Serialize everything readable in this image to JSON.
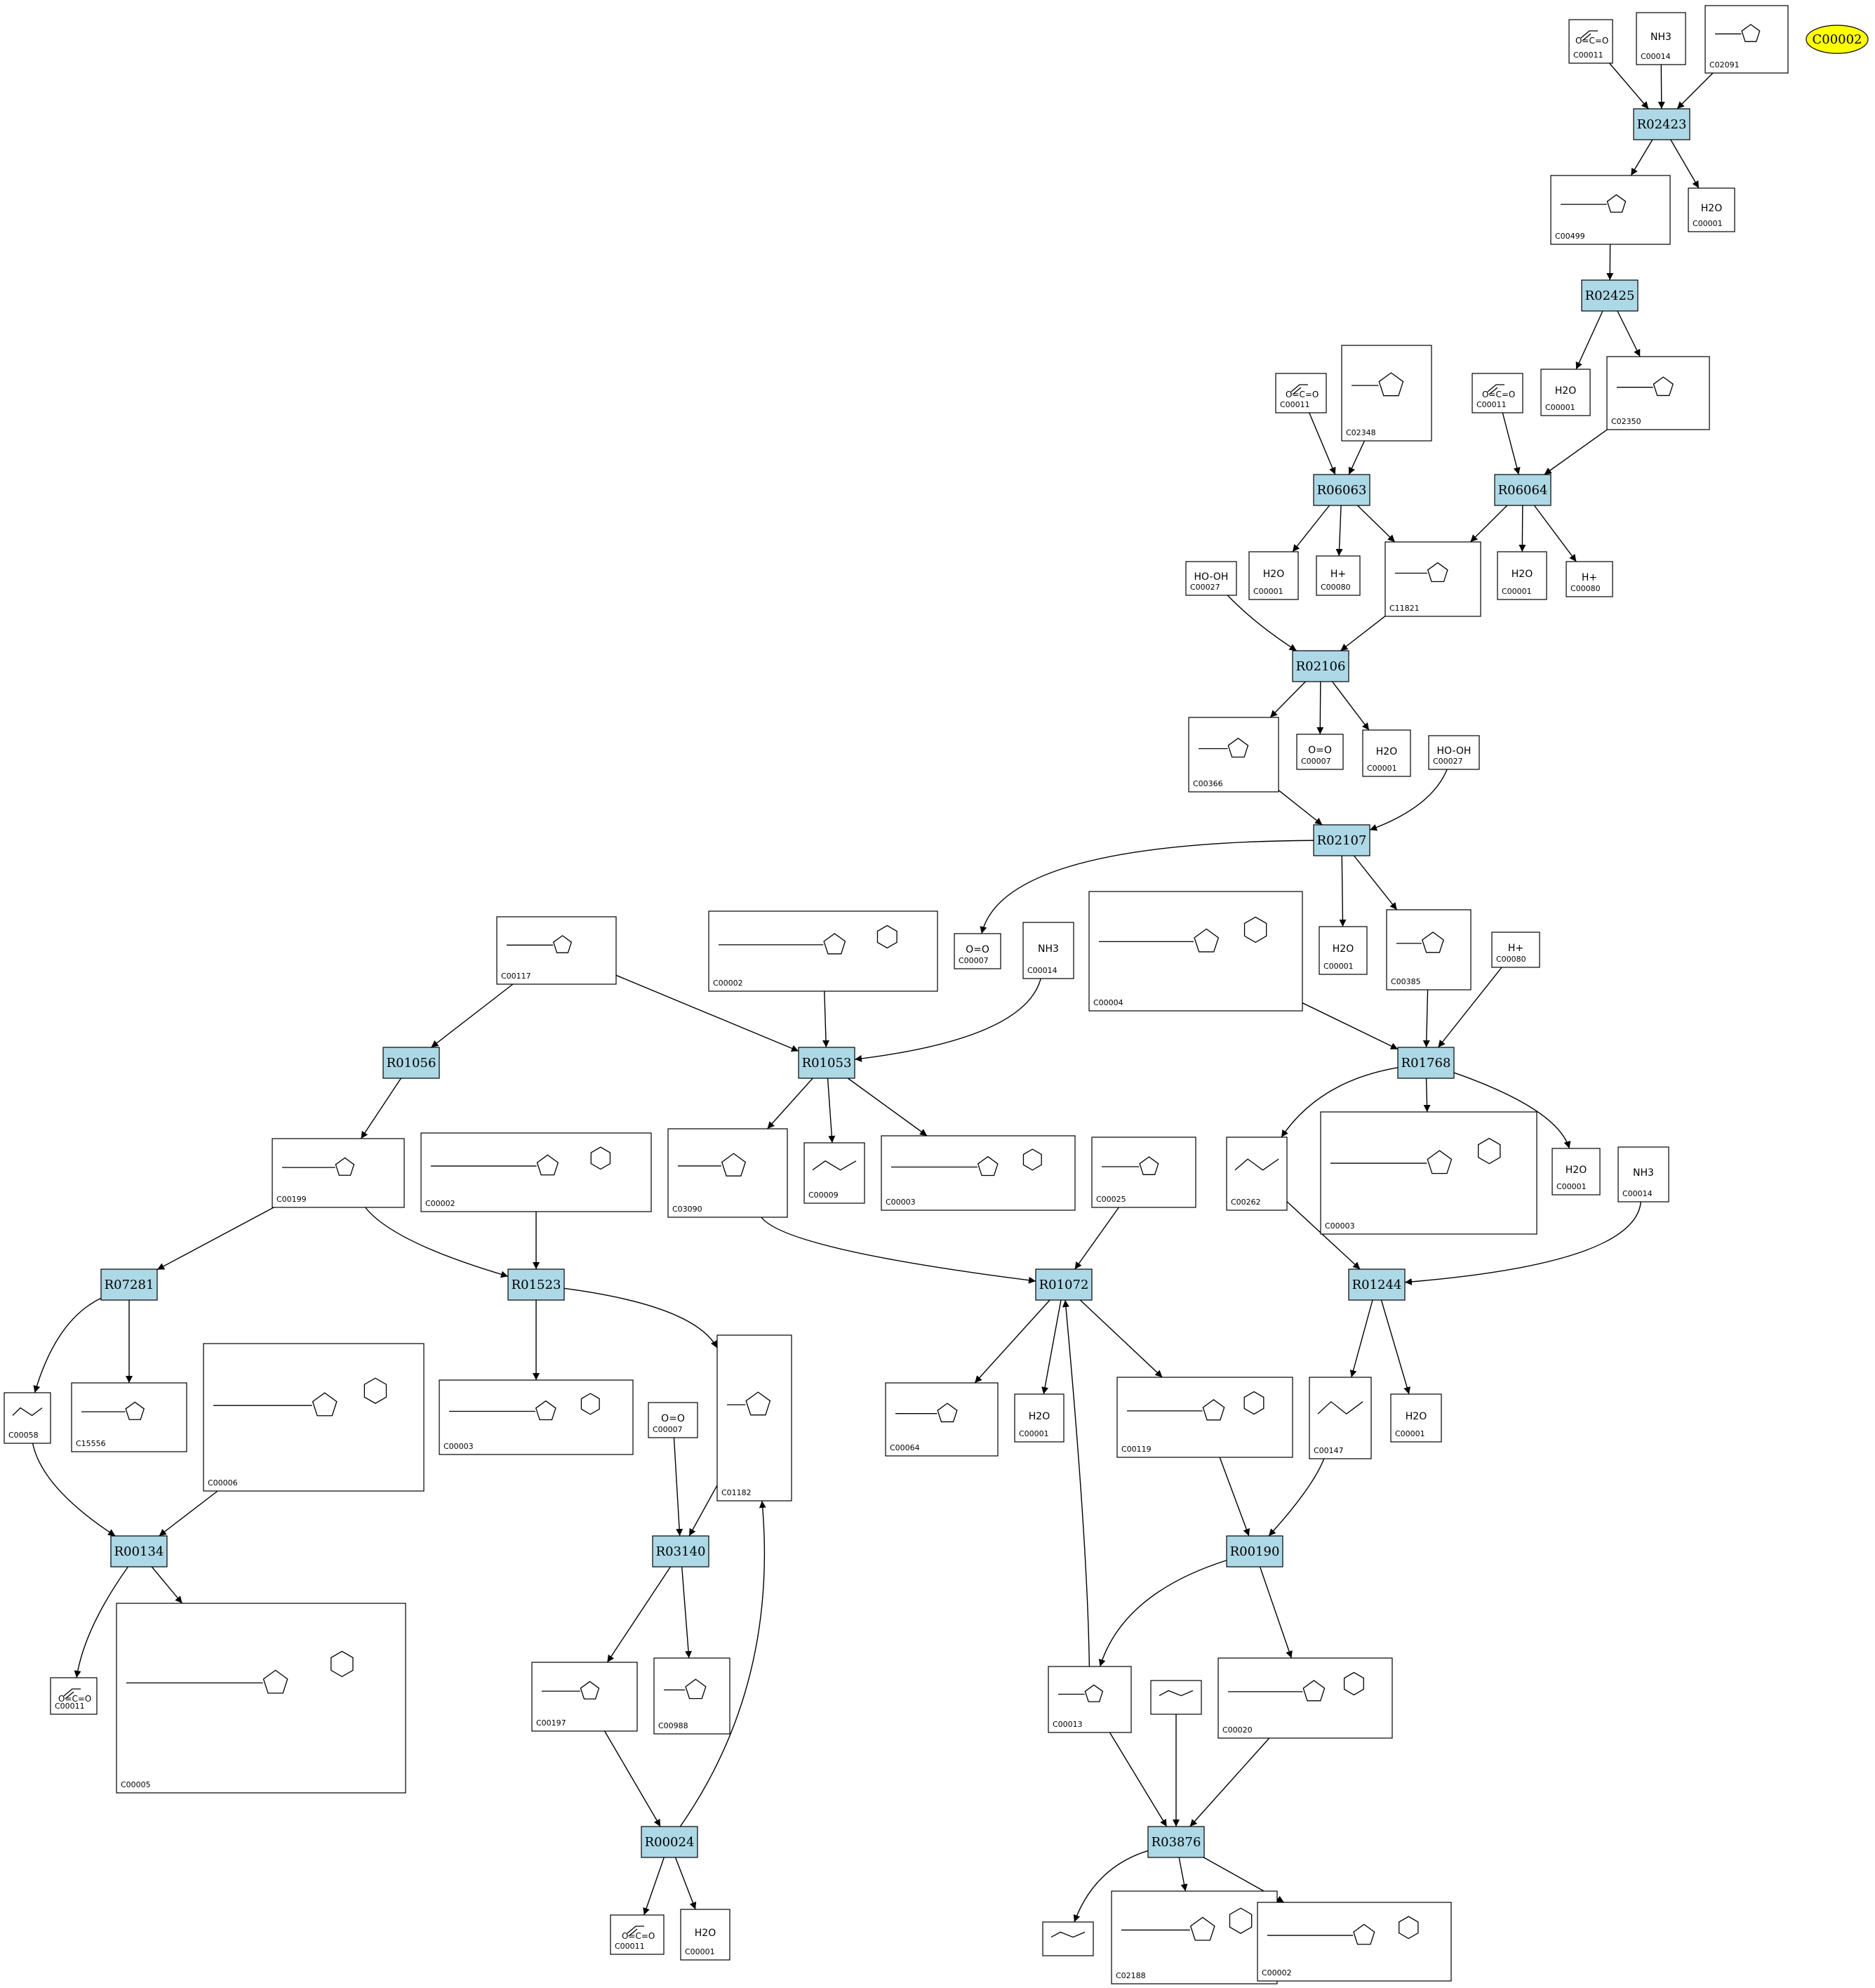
{
  "reactions": [
    {
      "id": "R02423",
      "label": "R02423"
    },
    {
      "id": "R02425",
      "label": "R02425"
    },
    {
      "id": "R06063",
      "label": "R06063"
    },
    {
      "id": "R06064",
      "label": "R06064"
    },
    {
      "id": "R02106",
      "label": "R02106"
    },
    {
      "id": "R02107",
      "label": "R02107"
    },
    {
      "id": "R01056",
      "label": "R01056"
    },
    {
      "id": "R01053",
      "label": "R01053"
    },
    {
      "id": "R01768",
      "label": "R01768"
    },
    {
      "id": "R07281",
      "label": "R07281"
    },
    {
      "id": "R01523",
      "label": "R01523"
    },
    {
      "id": "R01072",
      "label": "R01072"
    },
    {
      "id": "R01244",
      "label": "R01244"
    },
    {
      "id": "R00134",
      "label": "R00134"
    },
    {
      "id": "R03140",
      "label": "R03140"
    },
    {
      "id": "R00190",
      "label": "R00190"
    },
    {
      "id": "R00024",
      "label": "R00024"
    },
    {
      "id": "R03876",
      "label": "R03876"
    }
  ],
  "highlight_node": {
    "label": "C00002",
    "color": "#ffff00"
  },
  "compounds": [
    {
      "id": "c1",
      "code": "C00011",
      "formula": "O=C=O"
    },
    {
      "id": "c2",
      "code": "C00014",
      "formula": "NH3"
    },
    {
      "id": "c3",
      "code": "C02091",
      "formula": ""
    },
    {
      "id": "c4",
      "code": "C00499",
      "formula": ""
    },
    {
      "id": "c5",
      "code": "C00001",
      "formula": "H2O"
    },
    {
      "id": "c6",
      "code": "C00001",
      "formula": "H2O"
    },
    {
      "id": "c7",
      "code": "C02350",
      "formula": ""
    },
    {
      "id": "c8",
      "code": "C00011",
      "formula": "O=C=O"
    },
    {
      "id": "c9",
      "code": "C02348",
      "formula": ""
    },
    {
      "id": "c10",
      "code": "C00011",
      "formula": "O=C=O"
    },
    {
      "id": "c11",
      "code": "C00001",
      "formula": "H2O"
    },
    {
      "id": "c12",
      "code": "C00080",
      "formula": "H+"
    },
    {
      "id": "c13",
      "code": "C11821",
      "formula": ""
    },
    {
      "id": "c14",
      "code": "C00001",
      "formula": "H2O"
    },
    {
      "id": "c15",
      "code": "C00080",
      "formula": "H+"
    },
    {
      "id": "c16",
      "code": "C00027",
      "formula": "HO-OH"
    },
    {
      "id": "c17",
      "code": "C00366",
      "formula": ""
    },
    {
      "id": "c18",
      "code": "C00007",
      "formula": "O=O"
    },
    {
      "id": "c19",
      "code": "C00001",
      "formula": "H2O"
    },
    {
      "id": "c20",
      "code": "C00027",
      "formula": "HO-OH"
    },
    {
      "id": "c21",
      "code": "C00117",
      "formula": ""
    },
    {
      "id": "c22",
      "code": "C00002",
      "formula": ""
    },
    {
      "id": "c23",
      "code": "C00007",
      "formula": "O=O"
    },
    {
      "id": "c24",
      "code": "C00014",
      "formula": "NH3"
    },
    {
      "id": "c25",
      "code": "C00004",
      "formula": ""
    },
    {
      "id": "c26",
      "code": "C00001",
      "formula": "H2O"
    },
    {
      "id": "c27",
      "code": "C00385",
      "formula": ""
    },
    {
      "id": "c28",
      "code": "C00080",
      "formula": "H+"
    },
    {
      "id": "c29",
      "code": "C00199",
      "formula": ""
    },
    {
      "id": "c30",
      "code": "C00002",
      "formula": ""
    },
    {
      "id": "c31",
      "code": "C03090",
      "formula": ""
    },
    {
      "id": "c32",
      "code": "C00009",
      "formula": ""
    },
    {
      "id": "c33",
      "code": "C00003",
      "formula": ""
    },
    {
      "id": "c34",
      "code": "C00025",
      "formula": ""
    },
    {
      "id": "c35",
      "code": "C00262",
      "formula": ""
    },
    {
      "id": "c36",
      "code": "C00003",
      "formula": ""
    },
    {
      "id": "c37",
      "code": "C00001",
      "formula": "H2O"
    },
    {
      "id": "c38",
      "code": "C00014",
      "formula": "NH3"
    },
    {
      "id": "c39",
      "code": "C00058",
      "formula": ""
    },
    {
      "id": "c40",
      "code": "C15556",
      "formula": ""
    },
    {
      "id": "c41",
      "code": "C00006",
      "formula": ""
    },
    {
      "id": "c42",
      "code": "C00003",
      "formula": ""
    },
    {
      "id": "c43",
      "code": "C00007",
      "formula": "O=O"
    },
    {
      "id": "c44",
      "code": "C01182",
      "formula": ""
    },
    {
      "id": "c45",
      "code": "C00064",
      "formula": ""
    },
    {
      "id": "c46",
      "code": "C00001",
      "formula": "H2O"
    },
    {
      "id": "c47",
      "code": "C00119",
      "formula": ""
    },
    {
      "id": "c48",
      "code": "C00147",
      "formula": ""
    },
    {
      "id": "c49",
      "code": "C00001",
      "formula": "H2O"
    },
    {
      "id": "c50",
      "code": "C00011",
      "formula": "O=C=O"
    },
    {
      "id": "c51",
      "code": "C00005",
      "formula": ""
    },
    {
      "id": "c52",
      "code": "C00197",
      "formula": ""
    },
    {
      "id": "c53",
      "code": "C00988",
      "formula": ""
    },
    {
      "id": "c54",
      "code": "C00013",
      "formula": ""
    },
    {
      "id": "c55",
      "code": "",
      "formula": ""
    },
    {
      "id": "c56",
      "code": "C00020",
      "formula": ""
    },
    {
      "id": "c57",
      "code": "C00011",
      "formula": "O=C=O"
    },
    {
      "id": "c58",
      "code": "C00001",
      "formula": "H2O"
    },
    {
      "id": "c59",
      "code": "",
      "formula": ""
    },
    {
      "id": "c60",
      "code": "C02188",
      "formula": ""
    },
    {
      "id": "c61",
      "code": "C00002",
      "formula": ""
    }
  ]
}
